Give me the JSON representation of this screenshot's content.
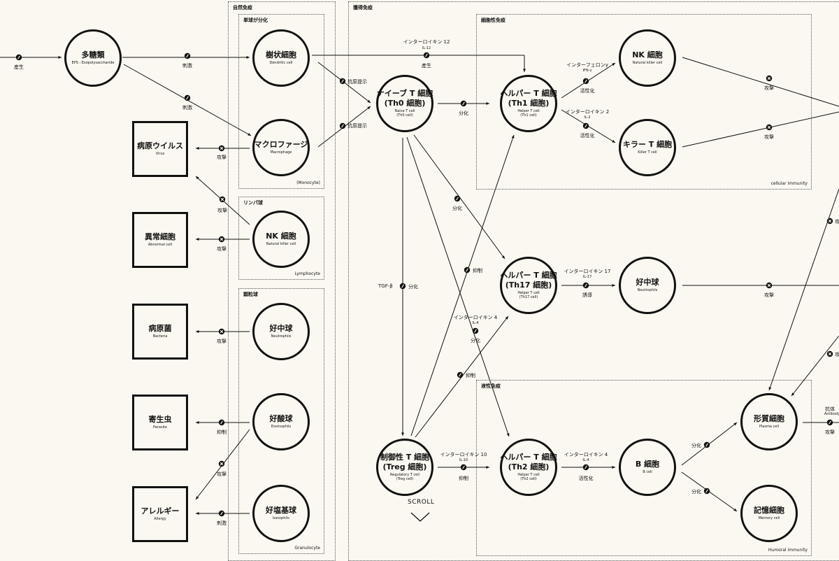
{
  "regions": {
    "innate": {
      "title": "自然免疫"
    },
    "monocyte": {
      "title": "単球が分化",
      "foot": "(Monocyte)"
    },
    "lymphocyte": {
      "title": "リンパ球",
      "foot": "Lymphocyte"
    },
    "granulocyte": {
      "title": "顆粒球",
      "foot": "Granulocyte"
    },
    "acquired": {
      "title": "獲得免疫"
    },
    "cellular": {
      "title": "細胞性免疫",
      "foot": "cellular immunity"
    },
    "humoral": {
      "title": "液性免疫",
      "foot": "Humoral immunity"
    }
  },
  "nodes": {
    "eps": {
      "title": "多糖類",
      "sub": "EPS : Exopolysaccharide"
    },
    "dendritic": {
      "title": "樹状細胞",
      "sub": "Dendritic cell"
    },
    "macrophage": {
      "title": "マクロファージ",
      "sub": "Macrophage"
    },
    "nk_innate": {
      "title": "NK 細胞",
      "sub": "Natural killer cell"
    },
    "neutro_innate": {
      "title": "好中球",
      "sub": "Neutrophils"
    },
    "eosino": {
      "title": "好酸球",
      "sub": "Eosinophils"
    },
    "baso": {
      "title": "好塩基球",
      "sub": "basophils"
    },
    "virus": {
      "title": "病原ウイルス",
      "sub": "Virus"
    },
    "abnormal": {
      "title": "異常細胞",
      "sub": "Abnormal cell"
    },
    "bacteria": {
      "title": "病原菌",
      "sub": "Bacteria"
    },
    "parasite": {
      "title": "寄生虫",
      "sub": "Parasite"
    },
    "allergy": {
      "title": "アレルギー",
      "sub": "Allergy"
    },
    "th0": {
      "title": "ナイーブ T 細胞\n(Th0 細胞)",
      "sub": "Naive T cell\n(Th0 cell)"
    },
    "th1": {
      "title": "ヘルパー T 細胞\n(Th1 細胞)",
      "sub": "Helper T cell\n(Th1 cell)"
    },
    "th17": {
      "title": "ヘルパー T 細胞\n(Th17 細胞)",
      "sub": "Helper T cell\n(Th17 cell)"
    },
    "th2": {
      "title": "ヘルパー T 細胞\n(Th2 細胞)",
      "sub": "Helper T cell\n(Th2 cell)"
    },
    "treg": {
      "title": "制御性 T 細胞\n(Treg 細胞)",
      "sub": "Regulatory T cell\n(Treg cell)"
    },
    "nk_acq": {
      "title": "NK 細胞",
      "sub": "Natural killer cell"
    },
    "killer": {
      "title": "キラー T 細胞",
      "sub": "Killer T cell"
    },
    "neutro_acq": {
      "title": "好中球",
      "sub": "Neutrophils"
    },
    "bcell": {
      "title": "B 細胞",
      "sub": "B cell"
    },
    "plasma": {
      "title": "形質細胞",
      "sub": "Plasma cell"
    },
    "memory": {
      "title": "記憶細胞",
      "sub": "Memory cell"
    }
  },
  "edge_labels": {
    "produce": "産生",
    "stimulate": "刺激",
    "antigen": "抗原提示",
    "attack": "攻撃",
    "suppress": "抑制",
    "differentiate": "分化",
    "activate": "活性化",
    "induce": "誘導",
    "tgf": "TGF-β",
    "il12": "インターロイキン 12",
    "il12_sub": "IL-12",
    "ifn": "インターフェロンγ",
    "ifn_sub": "IFN-γ",
    "il2": "インターロイキン 2",
    "il2_sub": "IL-2",
    "il17": "インターロイキン 17",
    "il17_sub": "IL-17",
    "il4": "インターロイキン 4",
    "il4_sub": "IL-4",
    "il10": "インターロイキン 10",
    "il10_sub": "IL-10",
    "antibody": "抗体",
    "antibody_sub": "Antibody",
    "attack_clip": "攻"
  },
  "scroll": {
    "label": "SCROLL"
  }
}
